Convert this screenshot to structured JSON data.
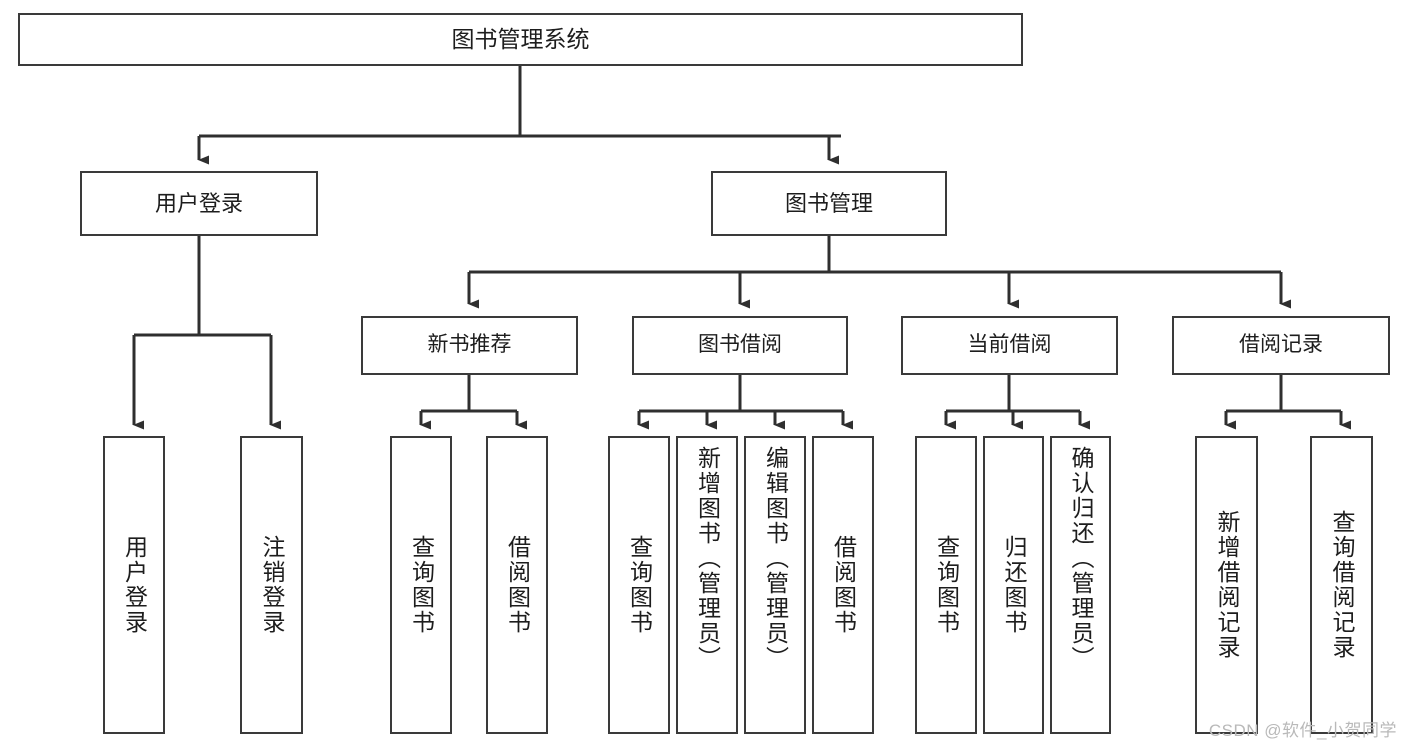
{
  "diagram": {
    "type": "tree-hierarchy-flowchart",
    "title": "图书管理系统",
    "watermark": "CSDN @软件_小贺同学",
    "colors": {
      "box_border": "#3a3a3a",
      "box_fill": "#ffffff",
      "edge": "#2f2f2f",
      "text": "#1d1d1d",
      "watermark": "#b9b9b9",
      "background": "#ffffff"
    },
    "levels": {
      "root": {
        "id": "root",
        "label": "图书管理系统"
      },
      "level1": [
        {
          "id": "user-login",
          "label": "用户登录"
        },
        {
          "id": "book-management",
          "label": "图书管理"
        }
      ],
      "level2": [
        {
          "id": "new-book-recommend",
          "label": "新书推荐",
          "parent": "book-management"
        },
        {
          "id": "book-borrow",
          "label": "图书借阅",
          "parent": "book-management"
        },
        {
          "id": "current-borrow",
          "label": "当前借阅",
          "parent": "book-management"
        },
        {
          "id": "borrow-record",
          "label": "借阅记录",
          "parent": "book-management"
        }
      ],
      "leaves": [
        {
          "id": "leaf-user-login",
          "label": "用户登录",
          "parent": "user-login"
        },
        {
          "id": "leaf-logout-login",
          "label": "注销登录",
          "parent": "user-login"
        },
        {
          "id": "leaf-query-book-1",
          "label": "查询图书",
          "parent": "new-book-recommend"
        },
        {
          "id": "leaf-borrow-book-1",
          "label": "借阅图书",
          "parent": "new-book-recommend"
        },
        {
          "id": "leaf-query-book-2",
          "label": "查询图书",
          "parent": "book-borrow"
        },
        {
          "id": "leaf-add-book",
          "label": "新增图书（管理员）",
          "parent": "book-borrow"
        },
        {
          "id": "leaf-edit-book",
          "label": "编辑图书（管理员）",
          "parent": "book-borrow"
        },
        {
          "id": "leaf-borrow-book-2",
          "label": "借阅图书",
          "parent": "book-borrow"
        },
        {
          "id": "leaf-query-book-3",
          "label": "查询图书",
          "parent": "current-borrow"
        },
        {
          "id": "leaf-return-book",
          "label": "归还图书",
          "parent": "current-borrow"
        },
        {
          "id": "leaf-confirm-return",
          "label": "确认归还（管理员）",
          "parent": "current-borrow"
        },
        {
          "id": "leaf-add-record",
          "label": "新增借阅记录",
          "parent": "borrow-record"
        },
        {
          "id": "leaf-query-record",
          "label": "查询借阅记录",
          "parent": "borrow-record"
        }
      ]
    }
  }
}
